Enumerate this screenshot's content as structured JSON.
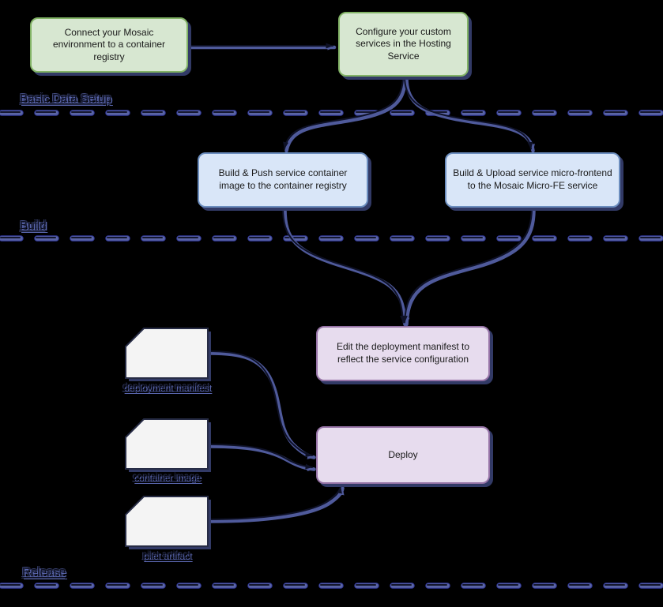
{
  "diagram": {
    "lanes": [
      {
        "label": "Basic Data Setup"
      },
      {
        "label": "Build"
      },
      {
        "label": "Release"
      }
    ],
    "nodes": {
      "connect_registry": {
        "label": "Connect your Mosaic environment to a container registry"
      },
      "configure_hosting": {
        "label": "Configure your custom services in the Hosting Service"
      },
      "build_push_image": {
        "label": "Build & Push service container image to the container registry"
      },
      "build_upload_mfe": {
        "label": "Build & Upload service micro-frontend to the Mosaic Micro-FE service"
      },
      "edit_manifest": {
        "label": "Edit the deployment manifest to reflect the service configuration"
      },
      "deploy": {
        "label": "Deploy"
      }
    },
    "artifacts": [
      {
        "label": "deployment manifest"
      },
      {
        "label": "container image"
      },
      {
        "label": "pilet artifact"
      }
    ],
    "edges": [
      {
        "from": "connect_registry",
        "to": "configure_hosting"
      },
      {
        "from": "configure_hosting",
        "to": "build_push_image"
      },
      {
        "from": "configure_hosting",
        "to": "build_upload_mfe"
      },
      {
        "from": "build_push_image",
        "to": "edit_manifest"
      },
      {
        "from": "build_upload_mfe",
        "to": "edit_manifest"
      },
      {
        "from": "deployment_manifest_artifact",
        "to": "deploy"
      },
      {
        "from": "container_image_artifact",
        "to": "deploy"
      },
      {
        "from": "pilet_artifact",
        "to": "deploy"
      }
    ],
    "colors": {
      "background": "#000000",
      "node_green_fill": "#d7e7d1",
      "node_green_border": "#82b366",
      "node_blue_fill": "#d9e6f8",
      "node_blue_border": "#6c8ebf",
      "node_purple_fill": "#e7dcee",
      "node_purple_border": "#9673a6",
      "artifact_fill": "#f4f4f4",
      "connector": "#4f5a9b",
      "connector_core": "#0e1126",
      "lane_divider": "#5a64a4",
      "lane_text": "#0d1022",
      "lane_text_glow": "#5a66ad",
      "shadow": "#323a66"
    }
  }
}
